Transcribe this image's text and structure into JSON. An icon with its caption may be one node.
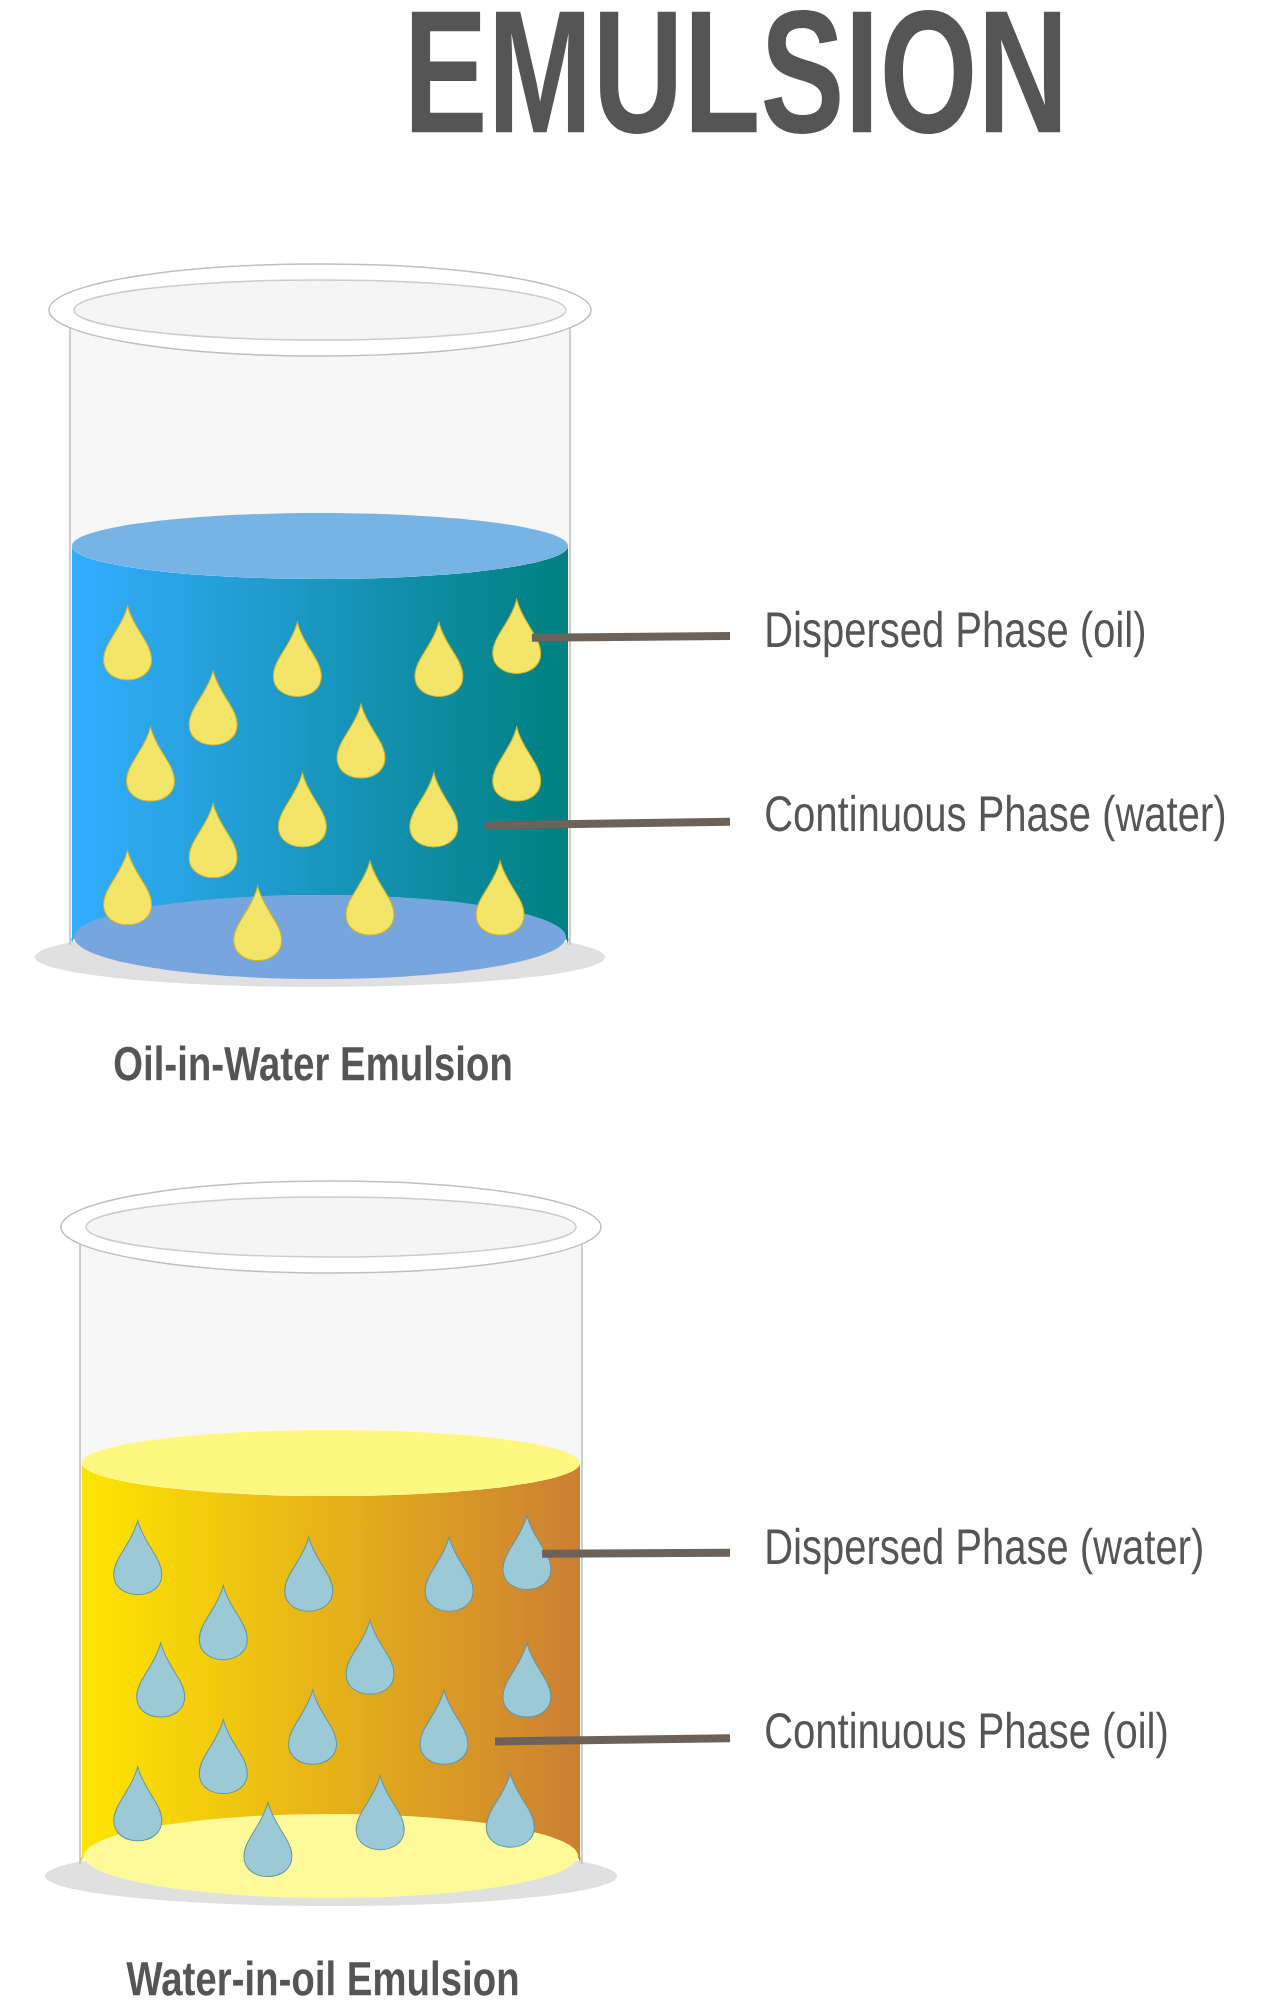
{
  "diagram": {
    "title": "EMULSION",
    "nodes": [
      {
        "text": [
          "Dispersed Phase (oil)"
        ]
      },
      {
        "text": [],
        "shape": "drop"
      },
      {
        "text": [
          "Continuous Phase (water)"
        ]
      },
      {
        "text": [
          "Dispersed Phase (water)"
        ]
      },
      {
        "text": [],
        "shape": "drop"
      },
      {
        "text": [
          "Continuous Phase (oil)"
        ]
      }
    ],
    "edges": [
      {
        "from": 0,
        "to": 1,
        "arrow": "none"
      },
      {
        "from": 2,
        "to": null,
        "arrow": "none"
      },
      {
        "from": 3,
        "to": 4,
        "arrow": "none"
      },
      {
        "from": 5,
        "to": null,
        "arrow": "none"
      }
    ],
    "labels": [
      "Oil-in-Water Emulsion",
      "Water-in-oil Emulsion"
    ]
  }
}
